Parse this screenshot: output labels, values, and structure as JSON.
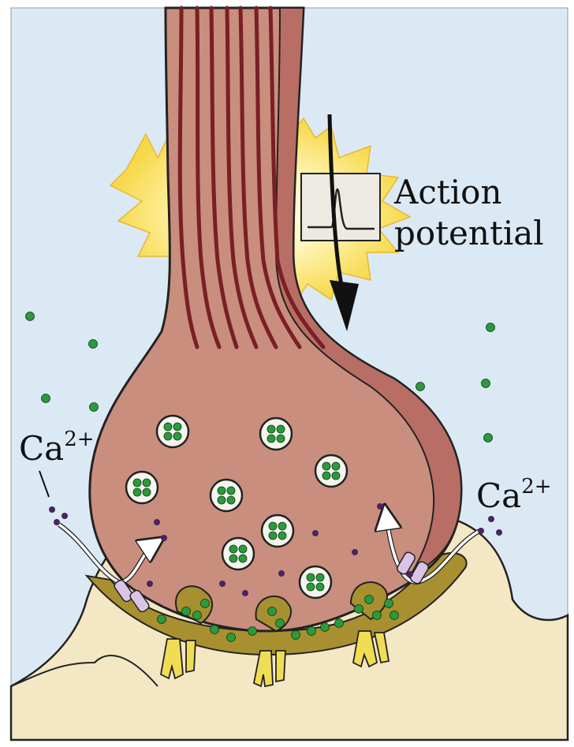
{
  "labels": {
    "action_line1": "Action",
    "action_line2": "potential",
    "ca_left": "Ca",
    "ca_left_sup": "2+",
    "ca_right": "Ca",
    "ca_right_sup": "2+"
  },
  "colors": {
    "background": "#dbe9f4",
    "axon_fill": "#c98e7e",
    "axon_sheath": "#b86e64",
    "axon_stripes": "#7a1f25",
    "postsynaptic": "#f4e7c4",
    "cleft": "#a89030",
    "vesicle_fill": "#f3f5ee",
    "neurotransmitter": "#2c9a3c",
    "calcium": "#4a2361",
    "receptor": "#f1dc55",
    "flash": "#fbe98a"
  }
}
